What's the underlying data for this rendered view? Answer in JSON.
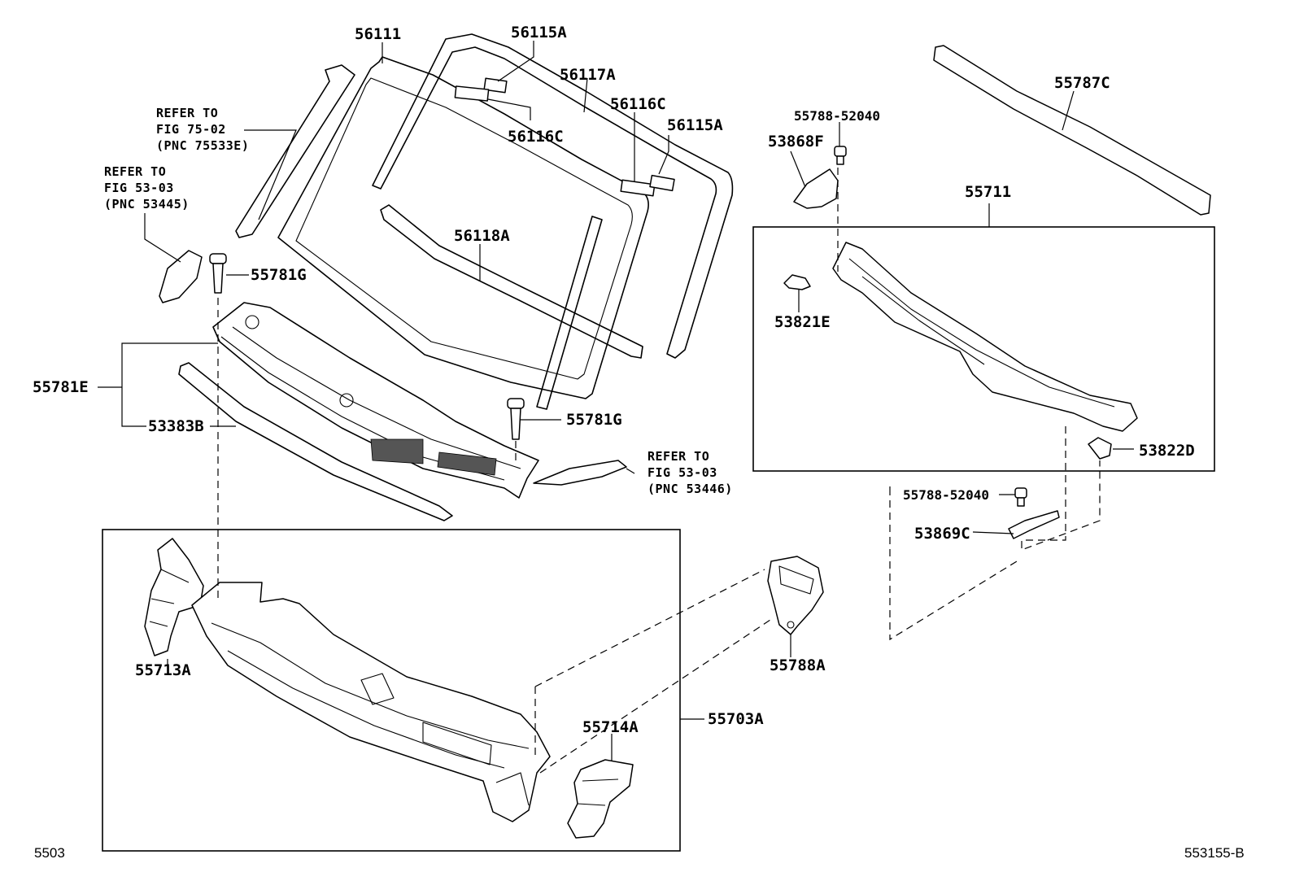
{
  "labels": {
    "p56111": "56111",
    "p56115A_top": "56115A",
    "p56117A": "56117A",
    "p56116C_left": "56116C",
    "p56116C_right": "56116C",
    "p56115A_right": "56115A",
    "p56118A": "56118A",
    "p55781G_top": "55781G",
    "p55781G_mid": "55781G",
    "p55781E": "55781E",
    "p53383B": "53383B",
    "p55713A": "55713A",
    "p55714A": "55714A",
    "p55703A": "55703A",
    "p55788A": "55788A",
    "p55787C": "55787C",
    "p55788_52040_top": "55788-52040",
    "p53868F": "53868F",
    "p55711": "55711",
    "p53821E": "53821E",
    "p53822D": "53822D",
    "p55788_52040_bottom": "55788-52040",
    "p53869C": "53869C"
  },
  "refs": {
    "ref1": [
      "REFER TO",
      "FIG 75-02",
      "(PNC 75533E)"
    ],
    "ref2": [
      "REFER TO",
      "FIG 53-03",
      "(PNC 53445)"
    ],
    "ref3": [
      "REFER TO",
      "FIG 53-03",
      "(PNC 53446)"
    ]
  },
  "footer": {
    "left_code": "5503",
    "right_code": "553155-B"
  }
}
